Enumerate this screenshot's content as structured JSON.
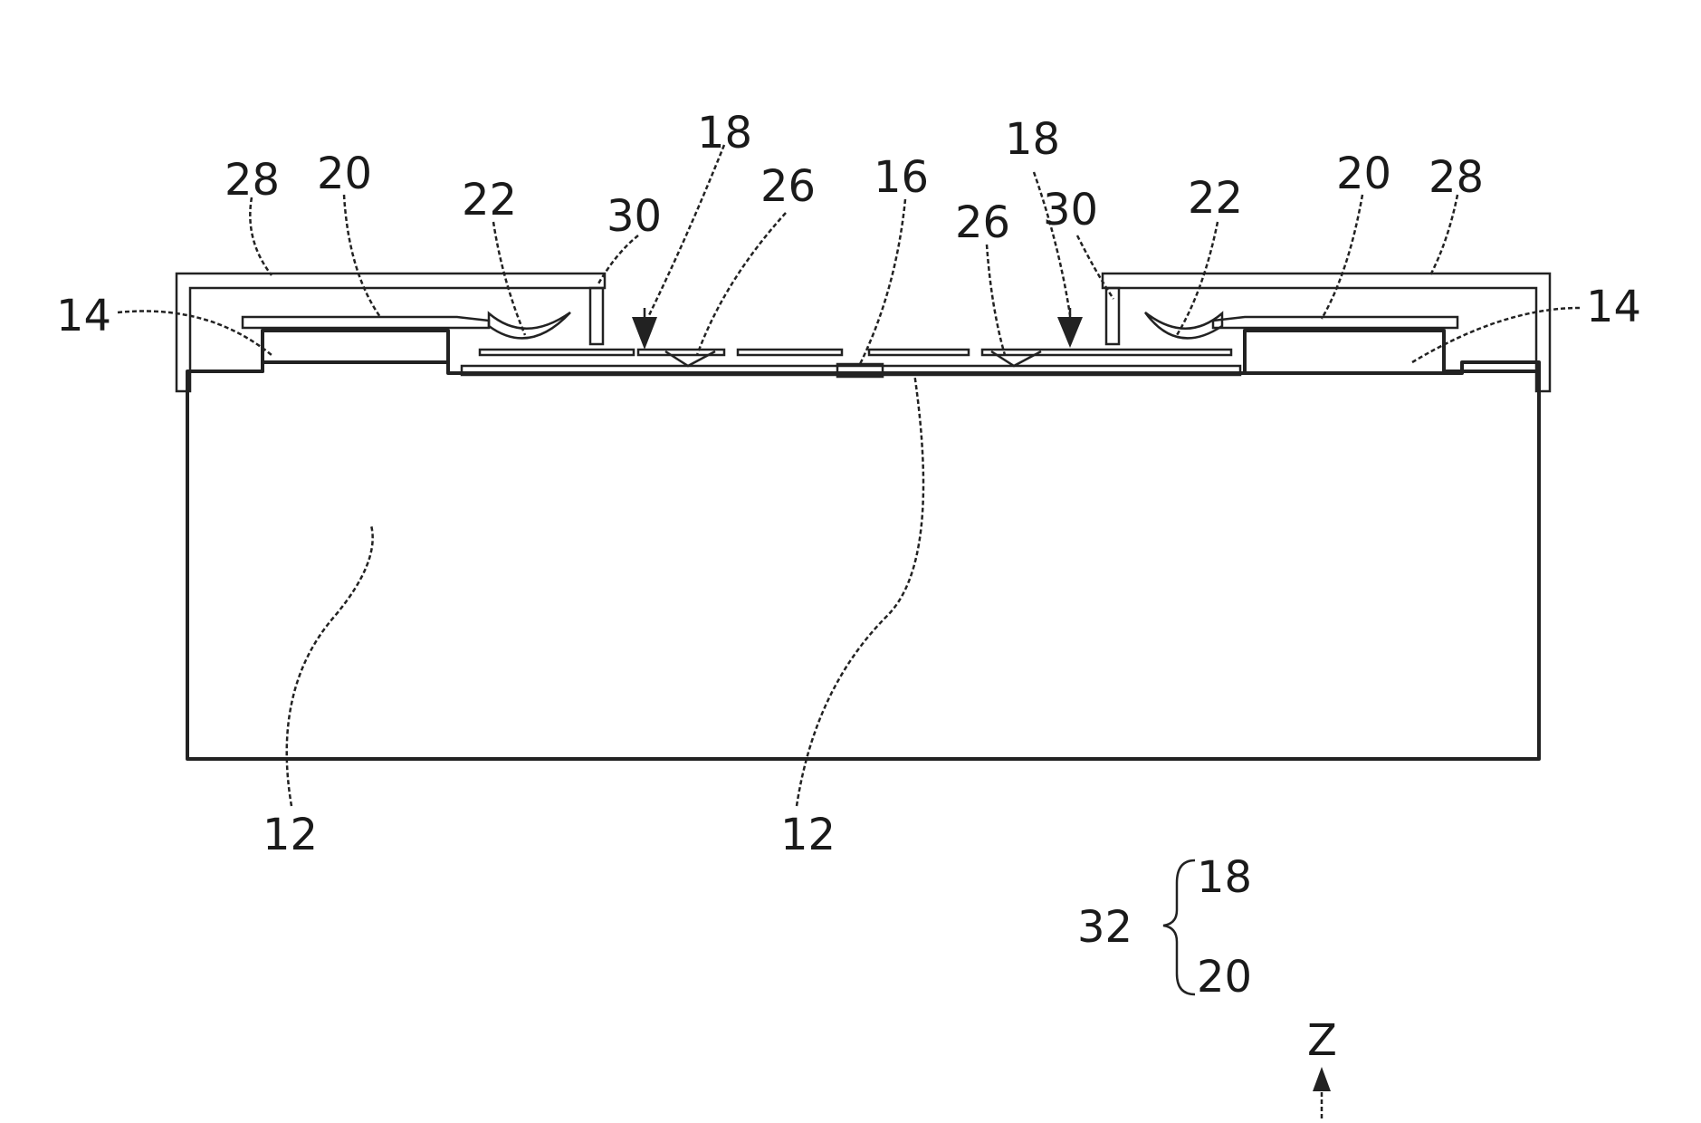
{
  "figure": {
    "labels": {
      "cap_left": "28",
      "plate_left": "20",
      "spring_left": "22",
      "post_left": "30",
      "terminal_left": "18",
      "contact_left": "26",
      "center": "16",
      "contact_right": "26",
      "terminal_right": "18",
      "post_right": "30",
      "spring_right": "22",
      "plate_right": "20",
      "cap_right": "28",
      "recess_left": "14",
      "recess_right": "14",
      "body_left": "12",
      "body_center": "12"
    },
    "legend": {
      "group": "32",
      "member_a": "18",
      "member_b": "20"
    },
    "axis": {
      "label": "Z"
    }
  }
}
